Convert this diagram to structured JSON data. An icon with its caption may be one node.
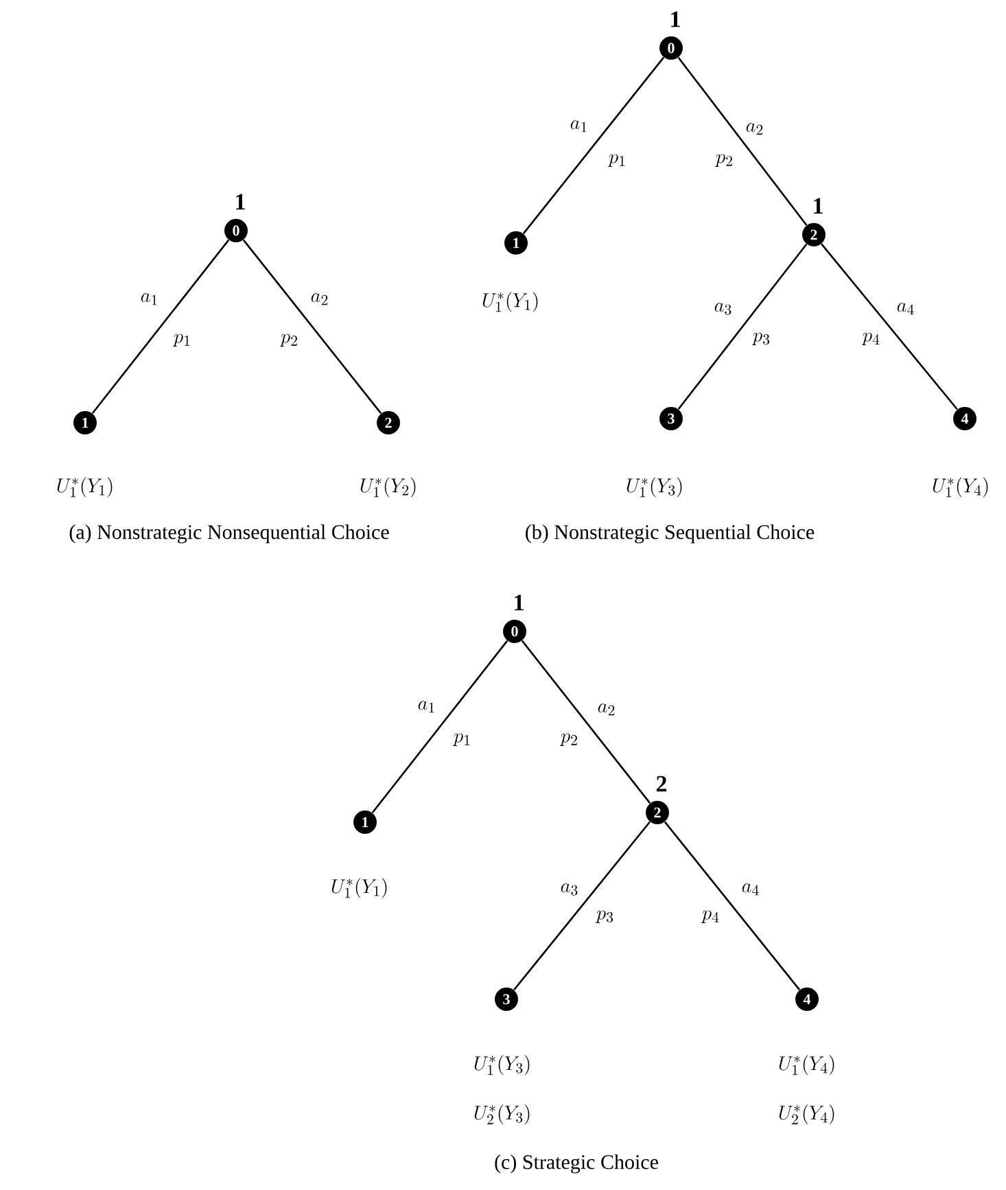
{
  "diagram": {
    "nodes": [
      {
        "text": [
          "0"
        ],
        "beside": [
          "1"
        ]
      },
      {
        "text": [
          "1"
        ],
        "beside": [
          "U_1^*(Y_1)"
        ]
      },
      {
        "text": [
          "2"
        ],
        "beside": [
          "U_1^*(Y_2)"
        ]
      },
      {
        "text": [
          "0"
        ],
        "beside": [
          "1"
        ]
      },
      {
        "text": [
          "1"
        ],
        "beside": [
          "U_1^*(Y_1)"
        ]
      },
      {
        "text": [
          "2"
        ],
        "beside": [
          "1"
        ]
      },
      {
        "text": [
          "3"
        ],
        "beside": [
          "U_1^*(Y_3)"
        ]
      },
      {
        "text": [
          "4"
        ],
        "beside": [
          "U_1^*(Y_4)"
        ]
      },
      {
        "text": [
          "0"
        ],
        "beside": [
          "1"
        ]
      },
      {
        "text": [
          "1"
        ],
        "beside": [
          "U_1^*(Y_1)"
        ]
      },
      {
        "text": [
          "2"
        ],
        "beside": [
          "2"
        ]
      },
      {
        "text": [
          "3"
        ],
        "beside": [
          "U_1^*(Y_3)",
          "U_2^*(Y_3)"
        ]
      },
      {
        "text": [
          "4"
        ],
        "beside": [
          "U_1^*(Y_4)",
          "U_2^*(Y_4)"
        ]
      }
    ],
    "edges": [
      {
        "from": 0,
        "to": 1,
        "arrow": "none",
        "label": "a_1"
      },
      {
        "from": 0,
        "to": 2,
        "arrow": "none",
        "label": "a_2"
      },
      {
        "from": 3,
        "to": 4,
        "arrow": "none",
        "label": "a_1"
      },
      {
        "from": 3,
        "to": 5,
        "arrow": "none",
        "label": "a_2"
      },
      {
        "from": 5,
        "to": 6,
        "arrow": "none",
        "label": "a_3"
      },
      {
        "from": 5,
        "to": 7,
        "arrow": "none",
        "label": "a_4"
      },
      {
        "from": 8,
        "to": 9,
        "arrow": "none",
        "label": "a_1"
      },
      {
        "from": 8,
        "to": 10,
        "arrow": "none",
        "label": "a_2"
      },
      {
        "from": 10,
        "to": 11,
        "arrow": "none",
        "label": "a_3"
      },
      {
        "from": 10,
        "to": 12,
        "arrow": "none",
        "label": "a_4"
      }
    ],
    "labels": [
      "p_1",
      "p_2",
      "p_1",
      "p_2",
      "p_3",
      "p_4",
      "(a) Nonstrategic Nonsequential Choice",
      "(b) Nonstrategic Sequential Choice",
      "p_1",
      "p_2",
      "p_3",
      "p_4",
      "(c) Strategic  Choice"
    ]
  }
}
